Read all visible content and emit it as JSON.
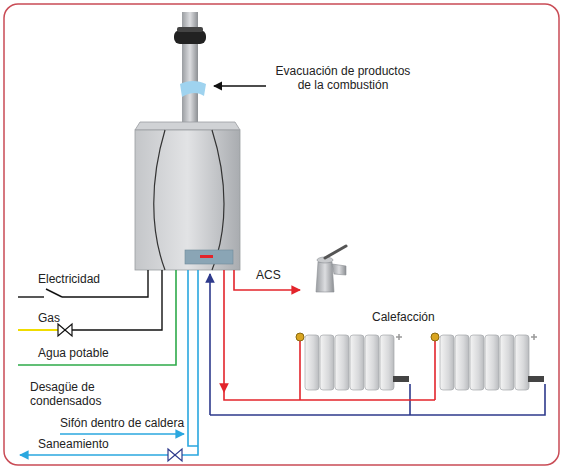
{
  "diagram": {
    "labels": [
      "Evacuación de productos de la combustión",
      "Electricidad",
      "Gas",
      "Agua potable",
      "Desagüe de condensados",
      "Sifón dentro de caldera",
      "Saneamiento",
      "ACS",
      "Calefacción"
    ]
  }
}
